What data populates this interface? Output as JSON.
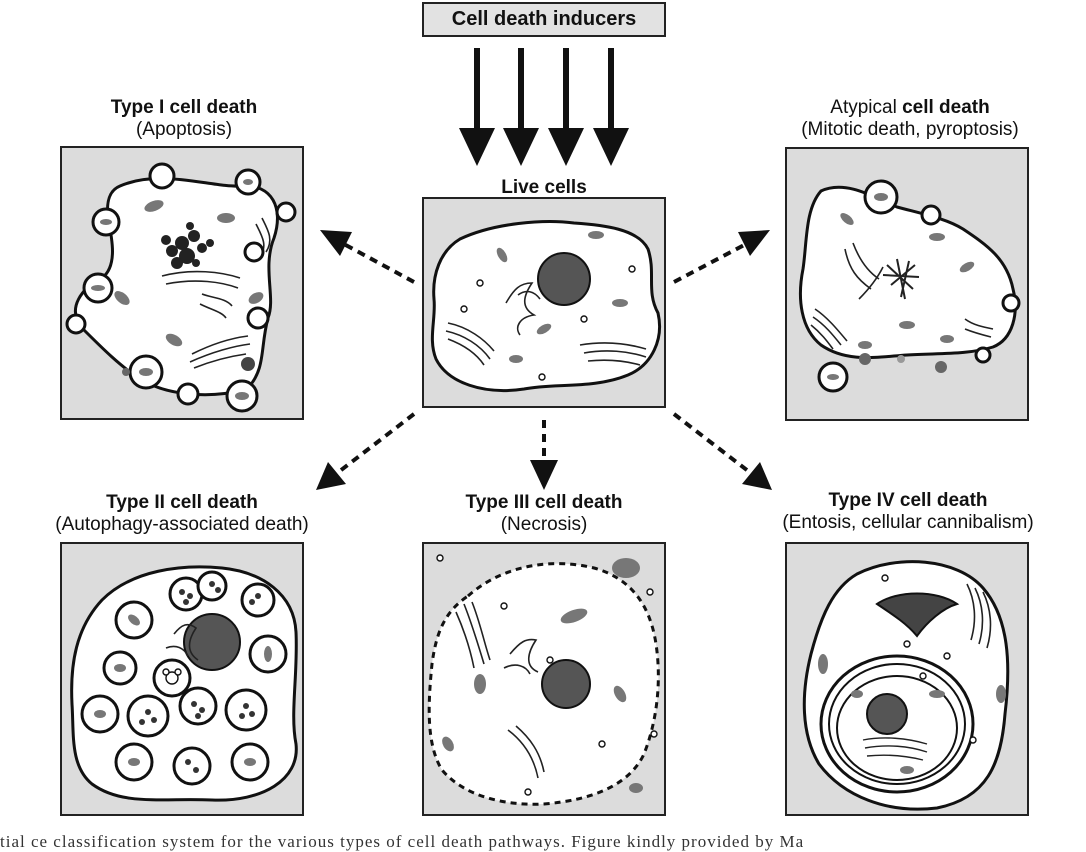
{
  "inducers": {
    "label": "Cell death inducers"
  },
  "center": {
    "title": "Live cells"
  },
  "type1": {
    "title": "Type I cell death",
    "subtitle": "(Apoptosis)"
  },
  "atypical": {
    "title_plain": "Atypical",
    "title_bold": "cell death",
    "subtitle": "(Mitotic death, pyroptosis)"
  },
  "type2": {
    "title": "Type II cell death",
    "subtitle": "(Autophagy-associated death)"
  },
  "type3": {
    "title": "Type III cell death",
    "subtitle": "(Necrosis)"
  },
  "type4": {
    "title": "Type IV cell death",
    "subtitle": "(Entosis, cellular cannibalism)"
  },
  "caption": "tial ce   classification system for the various types of cell death pathways. Figure kindly provided by Ma"
}
